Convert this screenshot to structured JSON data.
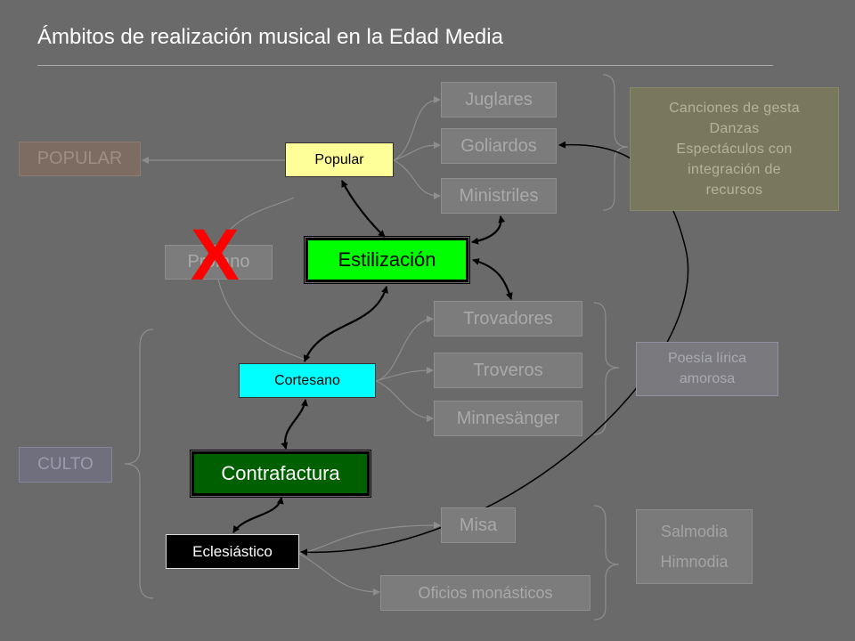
{
  "title": "Ámbitos de realización musical en la Edad Media",
  "categories": {
    "popular": "POPULAR",
    "culto": "CULTO",
    "profano": "Profano"
  },
  "nodes": {
    "popular": "Popular",
    "estilizacion": "Estilización",
    "cortesano": "Cortesano",
    "contrafactura": "Contrafactura",
    "eclesiastico": "Eclesiástico"
  },
  "popular_types": [
    "Juglares",
    "Goliardos",
    "Ministriles"
  ],
  "cortesano_types": [
    "Trovadores",
    "Troveros",
    "Minnesänger"
  ],
  "eclesiastico_types": [
    "Misa",
    "Oficios monásticos"
  ],
  "descriptions": {
    "popular": [
      "Canciones de gesta",
      "Danzas",
      "Espectáculos con",
      "integración de",
      "recursos"
    ],
    "cortesano": [
      "Poesía lírica",
      "amorosa"
    ],
    "eclesiastico": [
      "Salmodia",
      "Himnodia"
    ]
  },
  "crossed_mark": "X",
  "colors": {
    "popular": "#ffff99",
    "cortesano": "#00ffff",
    "estilizacion": "#00ff00",
    "contrafactura": "#006000",
    "eclesiastico": "#000000",
    "mark": "#ff0000"
  }
}
